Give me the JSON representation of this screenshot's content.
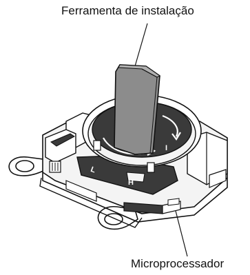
{
  "labels": {
    "tool": "Ferramenta de instalação",
    "cpu": "Microprocessador"
  },
  "dial_marks": {
    "l_mark": "L",
    "h_mark": "H",
    "i_mark": "I"
  },
  "colors": {
    "line": "#111111",
    "dark_fill": "#3a3a3a",
    "handle": "#8c8c8c",
    "body_light": "#f4f4f4",
    "background": "#ffffff"
  }
}
